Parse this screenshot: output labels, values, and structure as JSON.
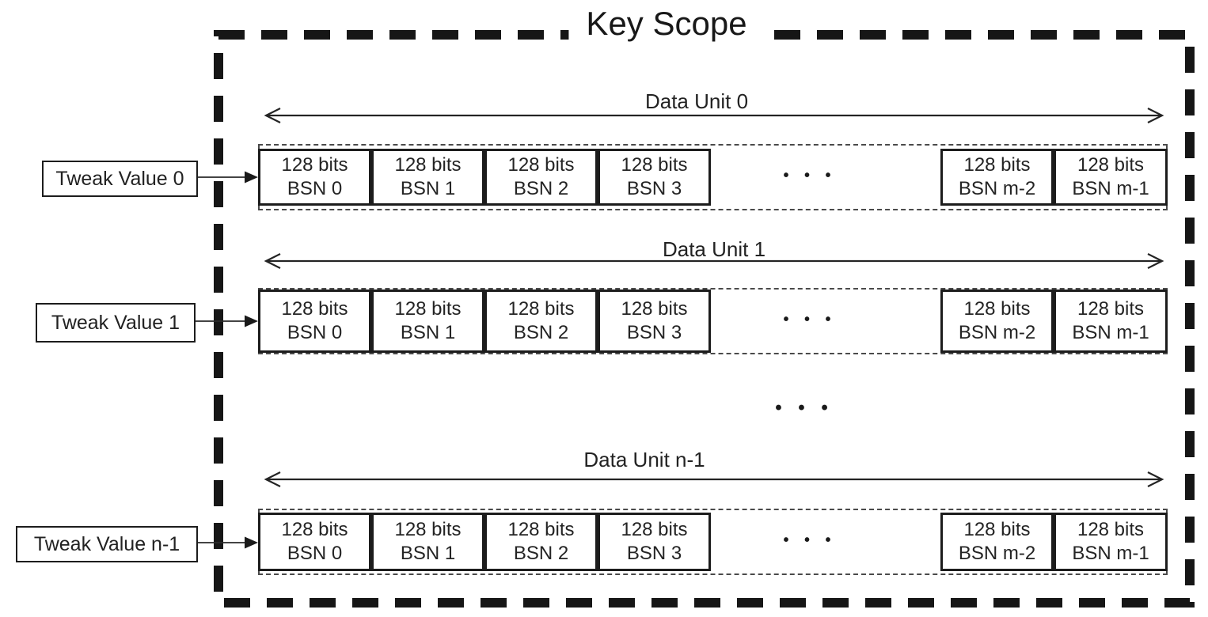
{
  "title": "Key Scope",
  "middle_ellipsis": "• • •",
  "colors": {
    "ink": "#1a1a1a",
    "background": "#ffffff"
  },
  "rows": [
    {
      "unit_label": "Data Unit 0",
      "tweak_label": "Tweak Value 0",
      "ellipsis": "• • •",
      "blocks": [
        {
          "line1": "128 bits",
          "line2": "BSN 0"
        },
        {
          "line1": "128 bits",
          "line2": "BSN 1"
        },
        {
          "line1": "128 bits",
          "line2": "BSN 2"
        },
        {
          "line1": "128 bits",
          "line2": "BSN 3"
        },
        {
          "line1": "128 bits",
          "line2": "BSN m-2"
        },
        {
          "line1": "128 bits",
          "line2": "BSN m-1"
        }
      ]
    },
    {
      "unit_label": "Data Unit 1",
      "tweak_label": "Tweak Value 1",
      "ellipsis": "• • •",
      "blocks": [
        {
          "line1": "128 bits",
          "line2": "BSN 0"
        },
        {
          "line1": "128 bits",
          "line2": "BSN 1"
        },
        {
          "line1": "128 bits",
          "line2": "BSN 2"
        },
        {
          "line1": "128 bits",
          "line2": "BSN 3"
        },
        {
          "line1": "128 bits",
          "line2": "BSN m-2"
        },
        {
          "line1": "128 bits",
          "line2": "BSN m-1"
        }
      ]
    },
    {
      "unit_label": "Data Unit n-1",
      "tweak_label": "Tweak Value n-1",
      "ellipsis": "• • •",
      "blocks": [
        {
          "line1": "128 bits",
          "line2": "BSN 0"
        },
        {
          "line1": "128 bits",
          "line2": "BSN 1"
        },
        {
          "line1": "128 bits",
          "line2": "BSN 2"
        },
        {
          "line1": "128 bits",
          "line2": "BSN 3"
        },
        {
          "line1": "128 bits",
          "line2": "BSN m-2"
        },
        {
          "line1": "128 bits",
          "line2": "BSN m-1"
        }
      ]
    }
  ]
}
